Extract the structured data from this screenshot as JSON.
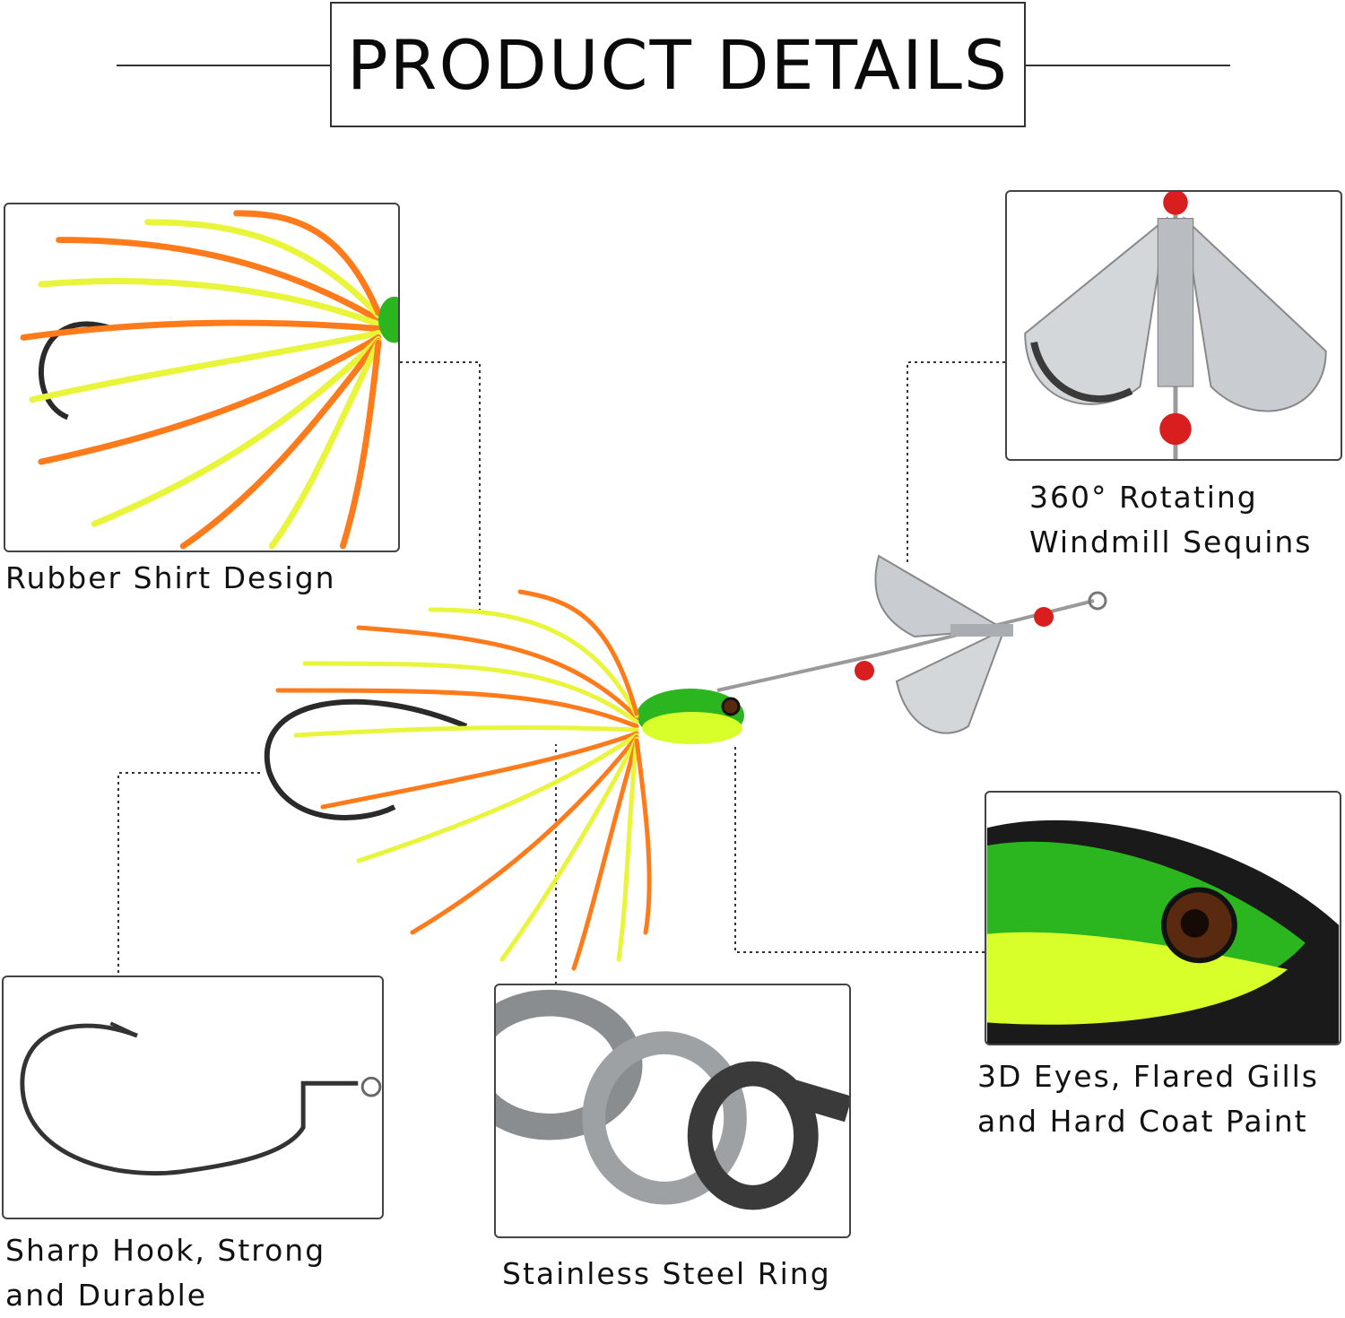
{
  "header": {
    "title": "PRODUCT DETAILS"
  },
  "features": [
    {
      "caption_lines": [
        "Rubber Shirt Design"
      ],
      "icon": "rubber-skirt-closeup"
    },
    {
      "caption_lines": [
        "360° Rotating",
        "Windmill Sequins"
      ],
      "icon": "windmill-blades-closeup"
    },
    {
      "caption_lines": [
        "3D Eyes, Flared Gills",
        "and Hard Coat Paint"
      ],
      "icon": "lure-head-eye-closeup"
    },
    {
      "caption_lines": [
        "Sharp Hook, Strong",
        "and Durable"
      ],
      "icon": "hook-closeup"
    },
    {
      "caption_lines": [
        "Stainless Steel Ring"
      ],
      "icon": "split-ring-closeup"
    }
  ],
  "colors": {
    "skirt_orange": "#ff7a1a",
    "skirt_yellow": "#e8f53a",
    "head_green": "#2bb51e",
    "head_yellow": "#d8ff2a",
    "bead_red": "#d81e1e",
    "blade_silver": "#c9ccd0",
    "steel": "#8a8d90"
  }
}
